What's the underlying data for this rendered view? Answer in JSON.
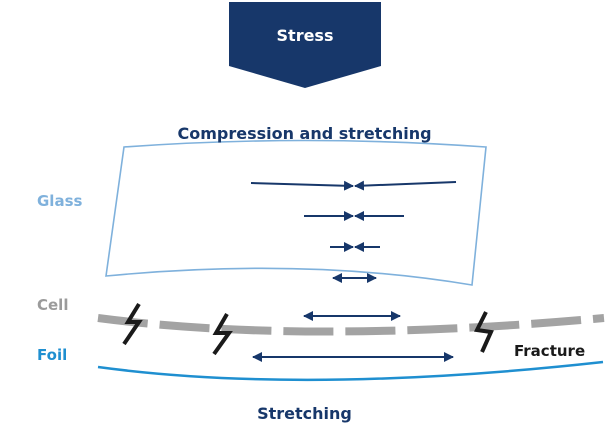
{
  "stress_label": "Stress",
  "top_caption": "Compression and stretching",
  "bottom_caption": "Stretching",
  "layer_labels": {
    "glass": "Glass",
    "cell": "Cell",
    "foil": "Foil"
  },
  "fracture_label": "Fracture",
  "colors": {
    "navy": "#17376a",
    "glass": "#7fb1dc",
    "cell": "#9b9b9b",
    "foil": "#1f8fd0",
    "fracture": "#1a1a1a"
  }
}
